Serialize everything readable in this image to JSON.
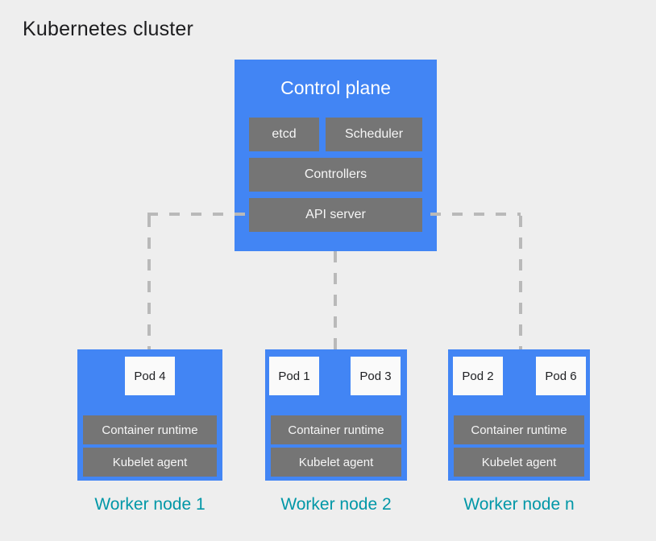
{
  "title": "Kubernetes cluster",
  "colors": {
    "background": "#eeeeee",
    "node_blue": "#4285f4",
    "component_gray": "#757575",
    "dashed_line": "#b9b9b9",
    "pod_background": "#fafafa",
    "pod_text": "#202124",
    "worker_label_teal": "#0097a7",
    "title_text": "#1c1c1e",
    "light_text": "#ffffff"
  },
  "control_plane": {
    "label": "Control plane",
    "components": {
      "etcd": "etcd",
      "scheduler": "Scheduler",
      "controllers": "Controllers",
      "api_server": "API server"
    }
  },
  "worker_nodes": [
    {
      "label": "Worker node 1",
      "pods": [
        "Pod 4"
      ],
      "container_runtime": "Container runtime",
      "kubelet_agent": "Kubelet agent"
    },
    {
      "label": "Worker node 2",
      "pods": [
        "Pod 1",
        "Pod 3"
      ],
      "container_runtime": "Container runtime",
      "kubelet_agent": "Kubelet agent"
    },
    {
      "label": "Worker node n",
      "pods": [
        "Pod 2",
        "Pod 6"
      ],
      "container_runtime": "Container runtime",
      "kubelet_agent": "Kubelet agent"
    }
  ]
}
